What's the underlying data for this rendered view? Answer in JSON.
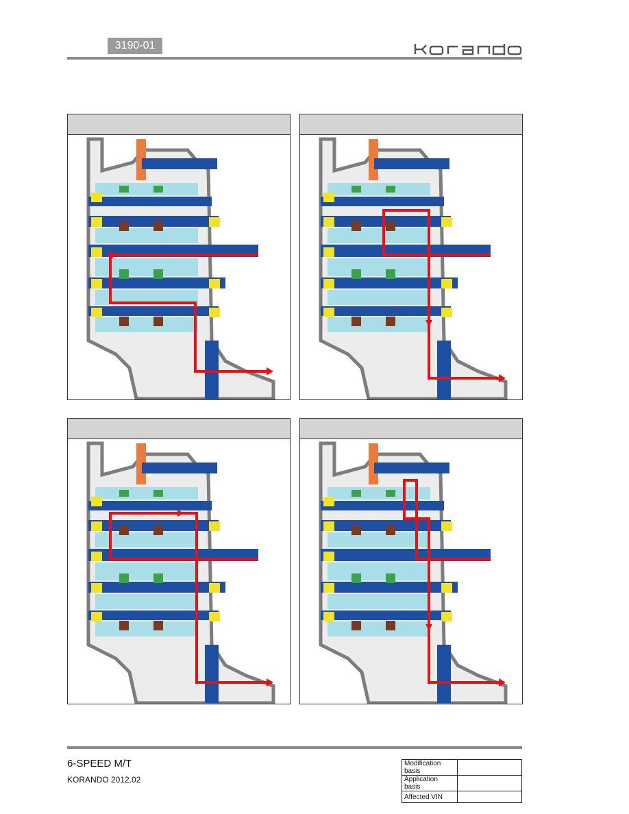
{
  "header": {
    "code": "3190-01",
    "brand_logo": "korando"
  },
  "panels": [
    {
      "title": ""
    },
    {
      "title": ""
    },
    {
      "title": ""
    },
    {
      "title": ""
    }
  ],
  "footer": {
    "title": "6-SPEED M/T",
    "subtitle": "KORANDO 2012.02",
    "table": [
      {
        "label": "Modification basis",
        "value": ""
      },
      {
        "label": "Application basis",
        "value": ""
      },
      {
        "label": "Affected VIN",
        "value": ""
      }
    ]
  },
  "colors": {
    "shaft": "#1f4fa3",
    "gear": "#a9dde8",
    "bearing": "#f2e22a",
    "fork": "#ee7a3c",
    "housing": "#7d7d7d",
    "synchro": "#3aa34a",
    "hub": "#7a3a22",
    "power_flow": "#e3131a"
  }
}
